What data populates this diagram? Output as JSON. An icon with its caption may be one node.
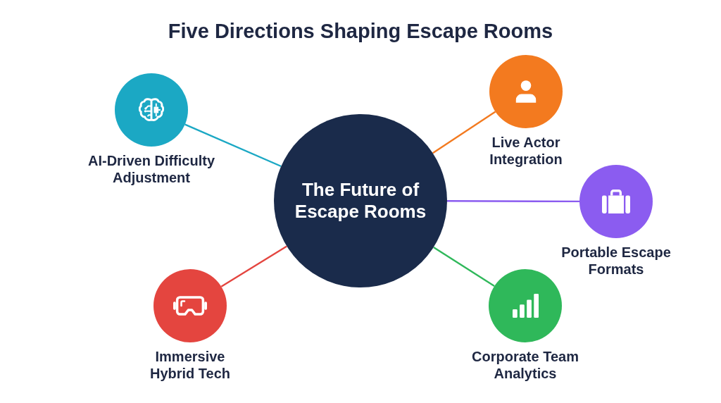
{
  "diagram": {
    "title": "Five Directions Shaping Escape Rooms",
    "nodes": [
      {
        "text": [
          "The Future of Escape Rooms"
        ]
      },
      {
        "text": [],
        "shape": "circle",
        "beside": [
          "AI-Driven Difficulty Adjustment"
        ]
      },
      {
        "text": [],
        "shape": "circle",
        "beside": [
          "Live Actor Integration"
        ]
      },
      {
        "text": [],
        "shape": "circle",
        "beside": [
          "Portable Escape Formats"
        ]
      },
      {
        "text": [],
        "shape": "circle",
        "beside": [
          "Corporate Team Analytics"
        ]
      },
      {
        "text": [],
        "shape": "circle",
        "beside": [
          "Immersive Hybrid Tech"
        ]
      }
    ],
    "edges": [
      {
        "from": 0,
        "to": 1,
        "arrow": "none",
        "color": "#1ba8c4"
      },
      {
        "from": 0,
        "to": 2,
        "arrow": "none",
        "color": "#f37a1f"
      },
      {
        "from": 0,
        "to": 3,
        "arrow": "none",
        "color": "#8b5cf0"
      },
      {
        "from": 0,
        "to": 4,
        "arrow": "none",
        "color": "#2fb85a"
      },
      {
        "from": 0,
        "to": 5,
        "arrow": "none",
        "color": "#e4453f"
      }
    ]
  }
}
